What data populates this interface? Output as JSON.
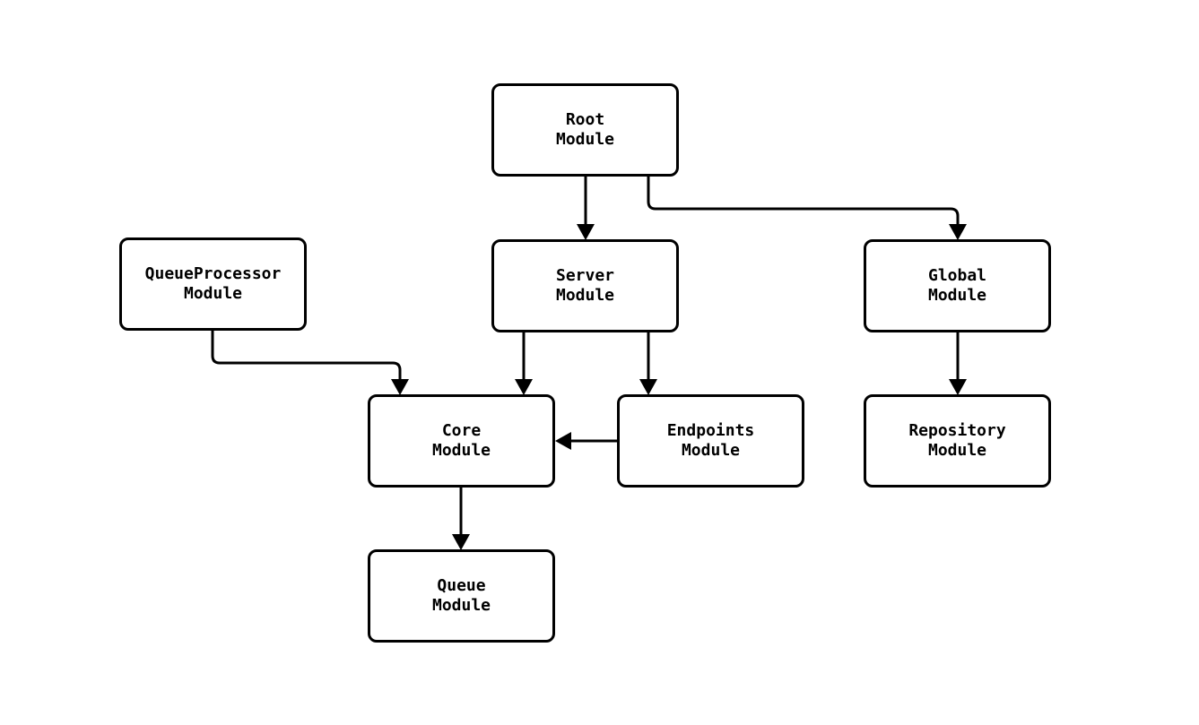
{
  "diagram": {
    "background_color": "#ffffff",
    "line_color": "#000000",
    "node_fill_color": "#ffffff",
    "node_border_color": "#000000",
    "nodes": [
      {
        "id": "root",
        "label": "Root\nModule"
      },
      {
        "id": "queueprocessor",
        "label": "QueueProcessor\nModule"
      },
      {
        "id": "server",
        "label": "Server\nModule"
      },
      {
        "id": "global",
        "label": "Global\nModule"
      },
      {
        "id": "core",
        "label": "Core\nModule"
      },
      {
        "id": "endpoints",
        "label": "Endpoints\nModule"
      },
      {
        "id": "repository",
        "label": "Repository\nModule"
      },
      {
        "id": "queue",
        "label": "Queue\nModule"
      }
    ],
    "edges": [
      {
        "from": "root",
        "to": "server"
      },
      {
        "from": "root",
        "to": "global"
      },
      {
        "from": "queueprocessor",
        "to": "core"
      },
      {
        "from": "server",
        "to": "core"
      },
      {
        "from": "server",
        "to": "endpoints"
      },
      {
        "from": "endpoints",
        "to": "core"
      },
      {
        "from": "core",
        "to": "queue"
      },
      {
        "from": "global",
        "to": "repository"
      }
    ]
  }
}
